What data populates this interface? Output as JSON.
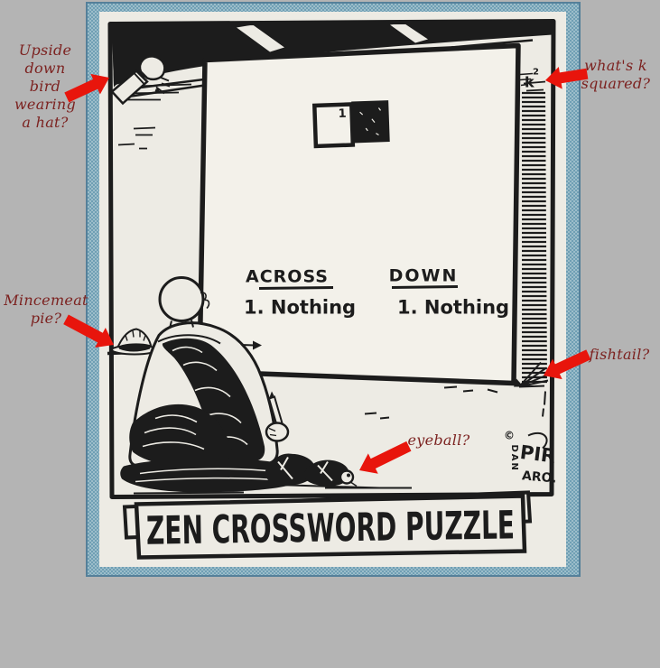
{
  "colors": {
    "background": "#b4b4b4",
    "frame_blue": "#7ea9bc",
    "frame_edge": "#55809a",
    "paper": "#edebe4",
    "board": "#f3f1ea",
    "ink": "#1c1c1c",
    "arrow_red": "#e8150c",
    "label_red": "#7c2220"
  },
  "labels": [
    {
      "id": "upside-down-bird",
      "lines": [
        "Upside down",
        "bird wearing",
        "a hat?"
      ]
    },
    {
      "id": "k-squared",
      "lines": [
        "what's k",
        "squared?"
      ]
    },
    {
      "id": "mincemeat-pie",
      "lines": [
        "Mincemeat",
        "pie?"
      ]
    },
    {
      "id": "fishtail",
      "lines": [
        "fishtail?"
      ]
    },
    {
      "id": "eyeball",
      "lines": [
        "eyeball?"
      ]
    }
  ],
  "cartoon": {
    "caption": "ZEN CROSSWORD PUZZLE",
    "across_header": "ACROSS",
    "across_clue": "1. Nothing",
    "down_header": "DOWN",
    "down_clue": "1. Nothing",
    "cell_number": "1",
    "wall_mark_letter": "k",
    "wall_mark_exponent": "2",
    "signature_copyright": "©",
    "signature_dan": "DAN",
    "signature_pir": "PIR",
    "signature_aro": "ARO."
  }
}
